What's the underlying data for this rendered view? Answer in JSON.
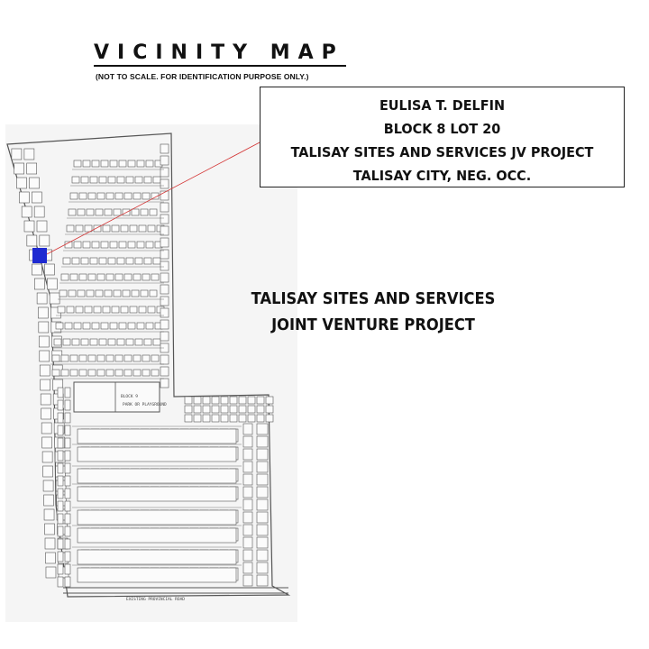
{
  "map": {
    "title": "VICINITY MAP",
    "subtitle": "(NOT TO SCALE. FOR IDENTIFICATION PURPOSE ONLY.)",
    "info_box": {
      "line1": "EULISA T. DELFIN",
      "line2": "BLOCK 8 LOT 20",
      "line3": "TALISAY SITES AND SERVICES JV PROJECT",
      "line4": "TALISAY CITY, NEG. OCC."
    },
    "project_label": {
      "line1": "TALISAY SITES AND SERVICES",
      "line2": "JOINT VENTURE PROJECT"
    },
    "plan_labels": {
      "block": "BLOCK 9",
      "playground": "PARK OR PLAYGROUND",
      "road": "EXISTING PROVINCIAL ROAD"
    },
    "colors": {
      "highlighted_lot": "#1f2ad1",
      "pointer_line": "#d33333",
      "plan_ink": "#555555",
      "plan_paper": "#f4f4f4"
    }
  }
}
